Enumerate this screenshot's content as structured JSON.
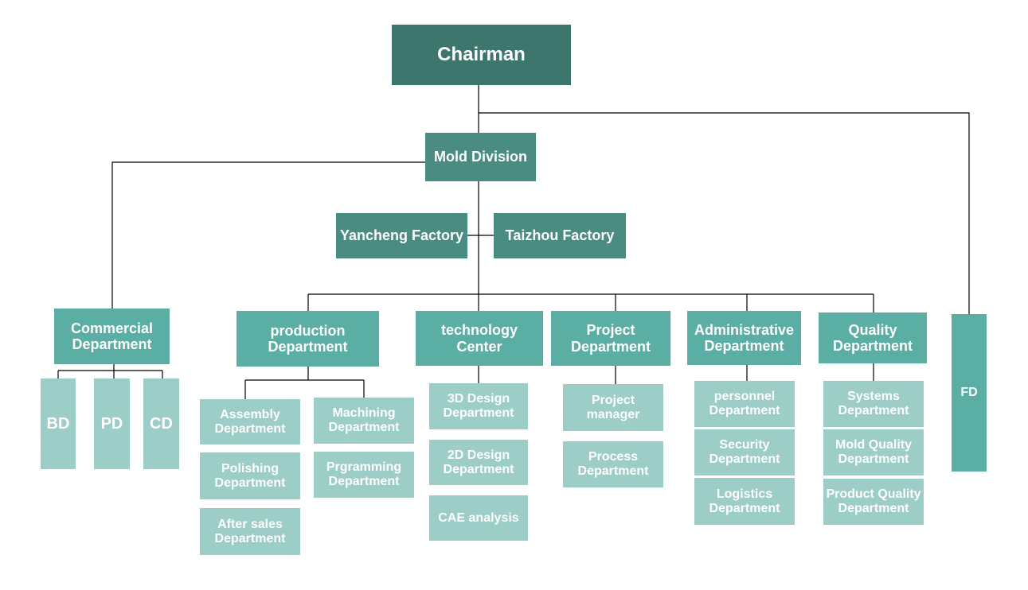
{
  "chairman": "Chairman",
  "mold_division": "Mold Division",
  "yancheng_factory": "Yancheng Factory",
  "taizhou_factory": "Taizhou Factory",
  "fd": "FD",
  "commercial": {
    "title": "Commercial\nDepartment",
    "units": [
      "BD",
      "PD",
      "CD"
    ]
  },
  "production": {
    "title": "production\nDepartment",
    "left": [
      "Assembly\nDepartment",
      "Polishing\nDepartment",
      "After sales\nDepartment"
    ],
    "right": [
      "Machining\nDepartment",
      "Prgramming\nDepartment"
    ]
  },
  "technology": {
    "title": "technology\nCenter",
    "units": [
      "3D Design\nDepartment",
      "2D Design\nDepartment",
      "CAE analysis"
    ]
  },
  "project": {
    "title": "Project\nDepartment",
    "units": [
      "Project\nmanager",
      "Process\nDepartment"
    ]
  },
  "administrative": {
    "title": "Administrative\nDepartment",
    "units": [
      "personnel\nDepartment",
      "Security\nDepartment",
      "Logistics\nDepartment"
    ]
  },
  "quality": {
    "title": "Quality\nDepartment",
    "units": [
      "Systems\nDepartment",
      "Mold Quality\nDepartment",
      "Product Quality\nDepartment"
    ]
  },
  "colors": {
    "level0": "#3d766d",
    "level1": "#4b8c82",
    "level2": "#5aaea3",
    "level3": "#9dcdc7",
    "connector": "#000000"
  }
}
